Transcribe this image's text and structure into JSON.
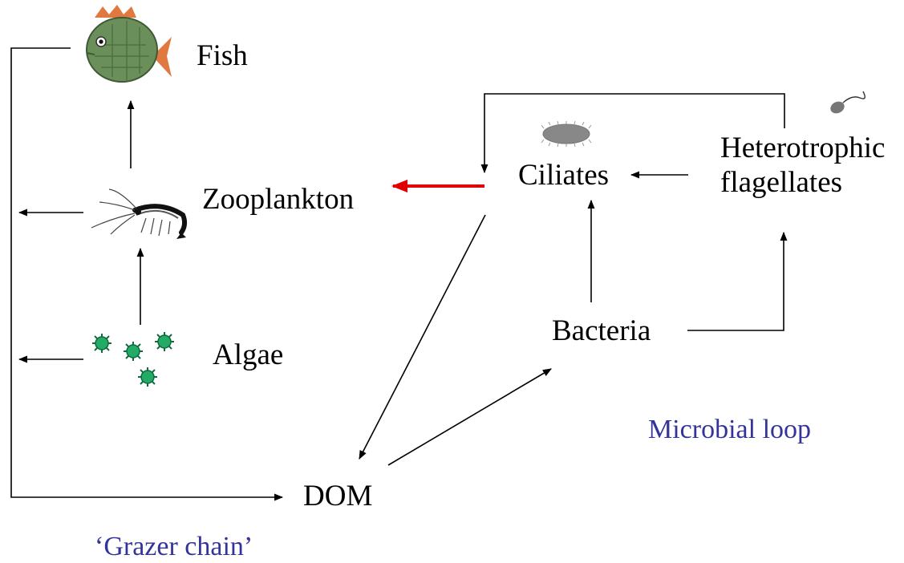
{
  "nodes": {
    "fish": "Fish",
    "zooplankton": "Zooplankton",
    "algae": "Algae",
    "ciliates": "Ciliates",
    "heterotrophic_line1": "Heterotrophic",
    "heterotrophic_line2": "flagellates",
    "bacteria": "Bacteria",
    "dom": "DOM"
  },
  "captions": {
    "grazer_chain": "‘Grazer chain’",
    "microbial_loop": "Microbial loop"
  },
  "colors": {
    "text": "#000000",
    "caption": "#333399",
    "highlight_arrow": "#e00000",
    "algae_fill": "#22aa66",
    "fish_body": "#6b8f5a",
    "fish_fins": "#e07840",
    "ciliate_fill": "#888888"
  },
  "icons": [
    "fish-icon",
    "zooplankton-icon",
    "algae-icon",
    "ciliate-icon",
    "flagellate-icon"
  ]
}
